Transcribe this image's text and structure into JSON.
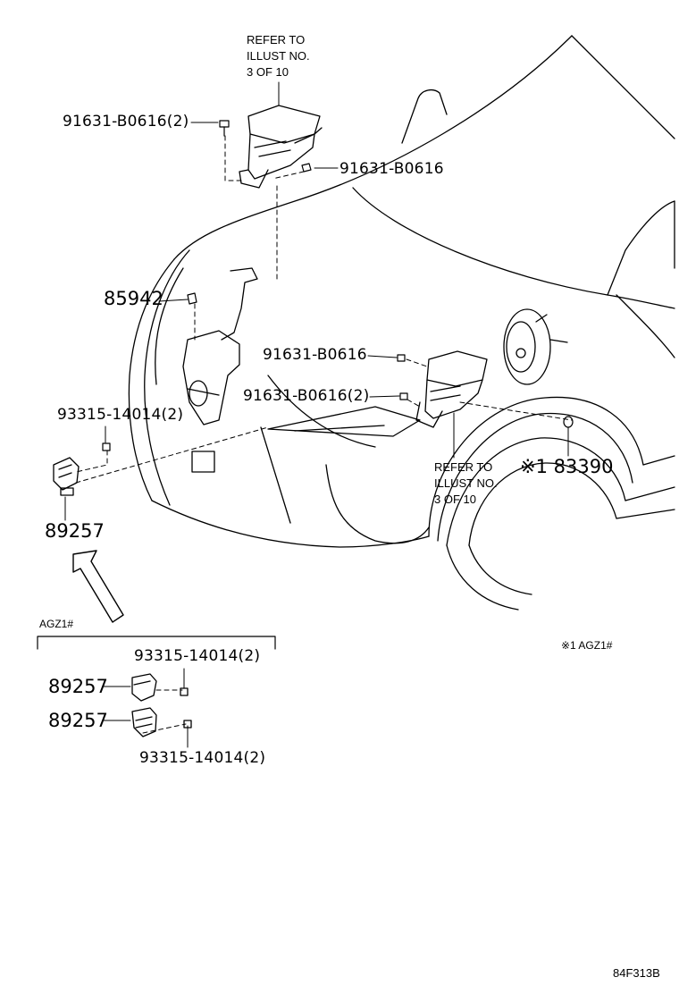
{
  "labels": {
    "refer_top": "REFER TO\nILLUST NO.\n3 OF 10",
    "refer_mid": "REFER TO\nILLUST NO.\n3 OF 10",
    "bolt_91631_2_top": "91631-B0616(2)",
    "bolt_91631_top_right": "91631-B0616",
    "part_85942": "85942",
    "bolt_91631_mid": "91631-B0616",
    "bolt_91631_2_mid": "91631-B0616(2)",
    "screw_93315_mid": "93315-14014(2)",
    "part_83390": "※1 83390",
    "part_89257_main": "89257",
    "variant_agz1": "AGZ1#",
    "screw_93315_inset_top": "93315-14014(2)",
    "part_89257_inset_top": "89257",
    "part_89257_inset_bottom": "89257",
    "screw_93315_inset_bottom": "93315-14014(2)",
    "note_agz1": "※1 AGZ1#",
    "diagram_code": "84F313B"
  },
  "colors": {
    "ink": "#000000",
    "paper": "#ffffff"
  },
  "icons": {
    "view_arrow": "arrow-up-right-icon"
  }
}
